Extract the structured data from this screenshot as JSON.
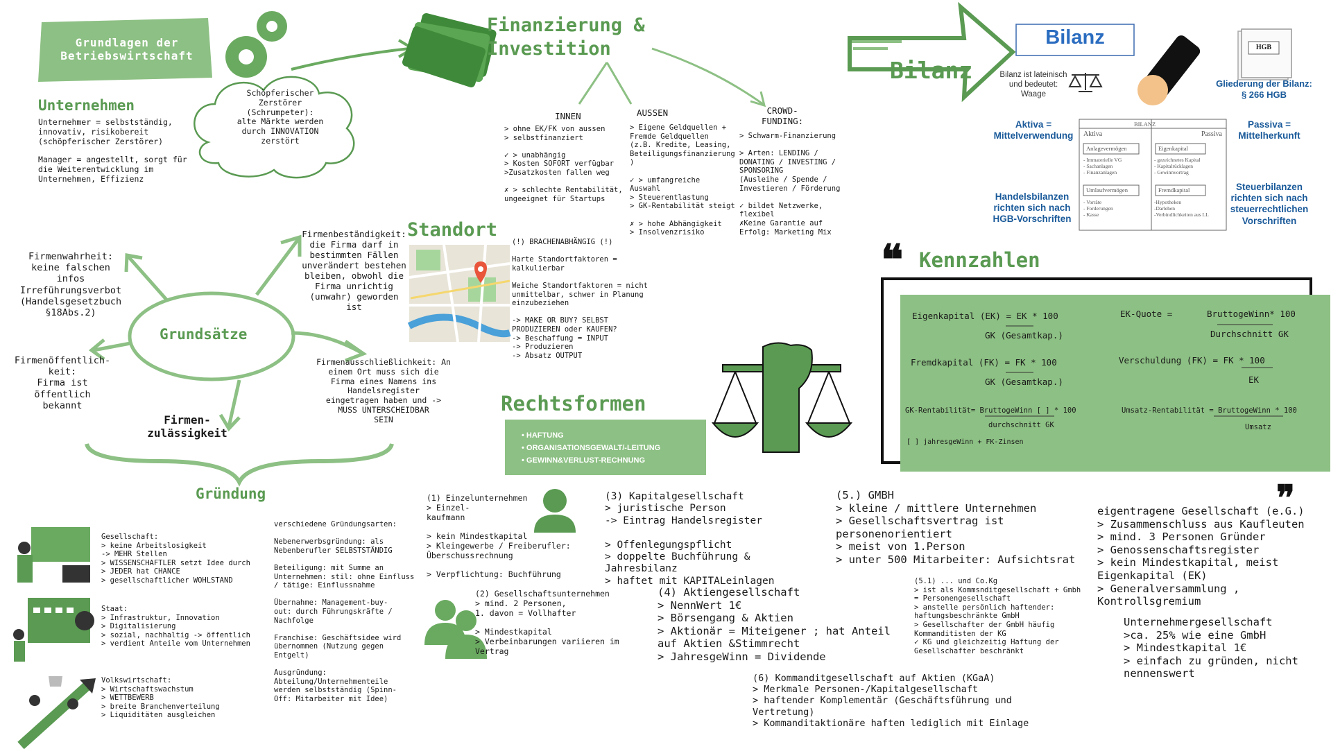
{
  "grundlagen": {
    "title": "Grundlagen der\nBetriebswirtschaft",
    "cloud": "Schöpferischer\nZerstörer\n(Schrumpeter):\nalte Märkte werden\ndurch INNOVATION\nzerstört",
    "unternehmen_title": "Unternehmen",
    "unternehmen_text": "Unternehmer = selbstständig,\ninnovativ, risikobereit\n(schöpferischer Zerstörer)",
    "manager_text": "Manager = angestellt, sorgt für\ndie Weiterentwicklung im\nUnternehmen, Effizienz"
  },
  "finanzierung": {
    "title": "Finanzierung &\nInvestition",
    "innen_title": "INNEN",
    "innen_text": "> ohne EK/FK von aussen\n> selbstfinanziert\n\n✓ > unabhängig\n> Kosten SOFORT verfügbar\n>Zusatzkosten fallen weg\n\n✗ > schlechte Rentabilität,\nungeeignet für Startups",
    "aussen_title": "AUSSEN",
    "aussen_text": "> Eigene Geldquellen +\nFremde Geldquellen\n(z.B. Kredite, Leasing,\nBeteiligungsfinanzierung\n)\n\n✓ > umfangreiche\nAuswahl\n> Steuerentlastung\n> GK-Rentabilität steigt\n\n✗ > hohe Abhängigkeit\n> Insolvenzrisiko",
    "crowd_title": "CROWD-\nFUNDING:",
    "crowd_text": "> Schwarm-Finanzierung\n\n> Arten: LENDING /\nDONATING / INVESTING /\nSPONSORING\n(Ausleihe / Spende /\nInvestieren / Förderung\n\n✓ bildet Netzwerke,\nflexibel\n✗Keine Garantie auf\nErfolg: Marketing Mix"
  },
  "bilanz": {
    "arrow_label": "Bilanz",
    "box_title": "Bilanz",
    "latin": "Bilanz ist lateinisch\nund bedeutet:\nWaage",
    "aktiva": "Aktiva =\nMittelverwendung",
    "passiva": "Passiva =\nMittelherkunft",
    "gliederung": "Gliederung der Bilanz:\n§ 266 HGB",
    "hgb_book": "HGB",
    "handels": "Handelsbilanzen\nrichten sich nach\nHGB-Vorschriften",
    "steuer": "Steuerbilanzen\nrichten sich nach\nsteuerrechtlichen\nVorschriften",
    "table": {
      "header": "BILANZ",
      "aktiva": "Aktiva",
      "passiva": "Passiva",
      "anlage": "Anlagevermögen",
      "anlage_items": "- Immaterielle VG\n- Sachanlagen\n- Finanzanlagen",
      "umlauf": "Umlaufvermögen",
      "umlauf_items": "- Vorräte\n- Forderungen\n- Kasse",
      "eigen": "Eigenkapital",
      "eigen_items": "- gezeichnetes Kapital\n- Kapitalrücklagen\n- Gewinnvortrag",
      "fremd": "Fremdkapital",
      "fremd_items": "-Hypotheken\n-Darlehen\n-Verbindlichkeiten aus LL"
    }
  },
  "grundsaetze": {
    "center": "Grundsätze",
    "wahrheit": "Firmenwahrheit:\nkeine falschen\ninfos\nIrreführungsverbot\n(Handelsgesetzbuch\n§18Abs.2)",
    "bestaendigkeit": "Firmenbeständigkeit:\ndie Firma darf in\nbestimmten Fällen\nunverändert bestehen\nbleiben, obwohl die\nFirma unrichtig\n(unwahr) geworden ist",
    "oeffentlichkeit": "Firmenöffentlich-\nkeit:\nFirma ist\nöffentlich\nbekannt",
    "zulaessigkeit": "Firmen-\nzulässigkeit",
    "ausschliess": "Firmenausschließlichkeit: An\neinem Ort muss sich die\nFirma eines Namens ins\nHandelsregister\neingetragen haben und ->\nMUSS UNTERSCHEIDBAR\nSEIN"
  },
  "standort": {
    "title": "Standort",
    "text": "(!) BRACHENABHÄNGIG (!)\n\nHarte Standortfaktoren =\nkalkulierbar\n\nWeiche Standortfaktoren = nicht\nunmittelbar, schwer in Planung\neinzubeziehen\n\n-> MAKE OR BUY? SELBST\nPRODUZIEREN oder KAUFEN?\n-> Beschaffung = INPUT\n-> Produzieren\n-> Absatz OUTPUT"
  },
  "kennzahlen": {
    "title": "Kennzahlen",
    "ek": "Eigenkapital (EK) = EK * 100",
    "ek_den": "GK (Gesamtkap.)",
    "fk": "Fremdkapital (FK) = FK * 100",
    "fk_den": "GK (Gesamtkap.)",
    "ekq": "EK-Quote  =",
    "ekq_num": "BruttogeWinn* 100",
    "ekq_den": "Durchschnitt GK",
    "versch": "Verschuldung (FK) = FK * 100",
    "versch_den": "EK",
    "gkr": "GK-Rentabilität=  BruttogeWinn [ ] * 100",
    "gkr_den": "durchschnitt GK",
    "umsatz": "Umsatz-Rentabilität = BruttogeWinn * 100",
    "umsatz_den": "Umsatz",
    "note": "[ ] jahresgeWinn + FK-Zinsen"
  },
  "rechtsformen": {
    "title": "Rechtsformen",
    "items": [
      "HAFTUNG",
      "ORGANISATIONSGEWALT/-LEITUNG",
      "GEWINN&VERLUST-RECHNUNG"
    ]
  },
  "gruendung": {
    "title": "Gründung",
    "gesellschaft": "Gesellschaft:\n> keine Arbeitslosigkeit\n-> MEHR Stellen\n> WISSENSCHAFTLER setzt Idee durch\n> JEDER hat CHANCE\n> gesellschaftlicher WOHLSTAND",
    "staat": "Staat:\n> Infrastruktur, Innovation\n> Digitalisierung\n> sozial, nachhaltig -> öffentlich\n> verdient Anteile vom Unternehmen",
    "volkswirtschaft": "Volkswirtschaft:\n> Wirtschaftswachstum\n> WETTBEWERB\n> breite Branchenverteilung\n> Liquiditäten ausgleichen",
    "arten": "verschiedene Gründungsarten:\n\nNebenerwerbsgründung: als\nNebenberufler SELBSTSTÄNDIG\n\nBeteiligung: mit Summe an\nUnternehmen: stil: ohne Einfluss\n/ tätige: Einflussnahme\n\nÜbernahme: Management-buy-\nout: durch Führungskräfte /\nNachfolge\n\nFranchise: Geschäftsidee wird\nübernommen (Nutzung gegen\nEntgelt)\n\nAusgründung:\nAbteilung/Unternehmenteile\nwerden selbstständig (Spinn-\nOff: Mitarbeiter mit Idee)"
  },
  "forms": {
    "einzel": "(1) Einzelunternehmen\n> Einzel-\nkaufmann\n\n>  kein Mindestkapital\n> Kleingewerbe / Freiberufler:\nÜberschussrechnung\n\n> Verpflichtung: Buchführung",
    "gesell": "(2) Gesellschaftsunternehmen\n> mind. 2 Personen,\n1. davon = Vollhafter\n\n> Mindestkapital\n> Verbeinbarungen variieren im\nVertrag",
    "kapital": "(3) Kapitalgesellschaft\n> juristische Person\n-> Eintrag Handelsregister\n\n> Offenlegungspflicht\n> doppelte Buchführung &\nJahresbilanz\n> haftet mit KAPITALeinlagen",
    "ag": "(4) Aktiengesellschaft\n> NennWert 1€\n> Börsengang & Aktien\n> Aktionär  = Miteigener ; hat Anteil\nauf Aktien &Stimmrecht\n> JahresgeWinn = Dividende",
    "gmbh": "(5.) GMBH\n> kleine / mittlere Unternehmen\n> Gesellschaftsvertrag ist\npersonenorientiert\n> meist von 1.Person\n> unter 500 Mitarbeiter: Aufsichtsrat",
    "cokg": "(5.1) ... und Co.Kg\n> ist als Kommsnditgesellschaft + Gmbh\n= Personengesellschaft\n> anstelle persönlich haftender:\nhaftungsbeschränkte GmbH\n> Gesellschafter der GmbH häufig\nKommanditisten der KG\n✓ KG und gleichzeitig Haftung der\nGesellschafter beschränkt",
    "kgaa": "(6) Kommanditgesellschaft auf Aktien (KGaA)\n> Merkmale Personen-/Kapitalgesellschaft\n> haftender Komplementär (Geschäftsführung und\nVertretung)\n> Kommanditaktionäre haften lediglich mit Einlage",
    "eg": "eigentragene Gesellschaft (e.G.)\n> Zusammenschluss aus Kaufleuten\n> mind. 3 Personen Gründer\n> Genossenschaftsregister\n> kein Mindestkapital, meist\nEigenkapital (EK)\n>  Generalversammlung ,\nKontrollsgremium",
    "ug": "Unternehmergesellschaft\n>ca. 25% wie eine GmbH\n> Mindestkapital 1€\n> einfach zu gründen, nicht\nnennenswert"
  },
  "colors": {
    "green": "#5a9a52",
    "light_green": "#8dc084",
    "dark": "#1a1a1a",
    "blue": "#2a6cc0"
  }
}
